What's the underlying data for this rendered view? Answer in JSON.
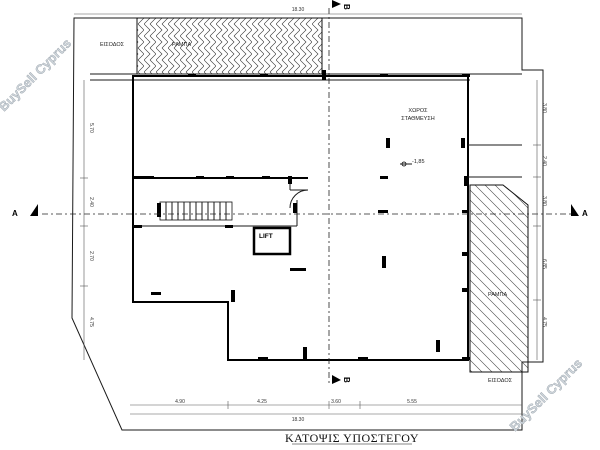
{
  "drawing_title": "ΚΑΤΟΨΙΣ ΥΠΟΣΤΕΓΟΥ",
  "labels": {
    "entrance_top": "ΕΙΣΟΔΟΣ",
    "ramp_top": "ΡΑΜΠΑ",
    "parking_line1": "ΧΩΡΟΣ",
    "parking_line2": "ΣΤΑΘΜΕΥΣΗ",
    "level_mark": "-1,85",
    "lift": "LIFT",
    "ramp_right": "ΡΑΜΠΑ",
    "entrance_bottom": "ΕΙΣΟΔΟΣ"
  },
  "section_markers": {
    "a_left": "A",
    "a_right": "A",
    "b_top": "B",
    "b_bottom": "B"
  },
  "dimensions": {
    "top_total": "18.30",
    "bottom_total": "18.30",
    "bottom_parts": [
      "4.90",
      "4.25",
      "3.60",
      "5.55"
    ],
    "left_parts": [
      "5.70",
      "2.40",
      "2.70",
      "4.75"
    ],
    "right_parts": [
      "3.80",
      "2.40",
      "3.80",
      "6.85",
      "4.75"
    ]
  },
  "watermark": {
    "text_left": "BuySell Cyprus",
    "text_right": "BuySell Cyprus"
  }
}
